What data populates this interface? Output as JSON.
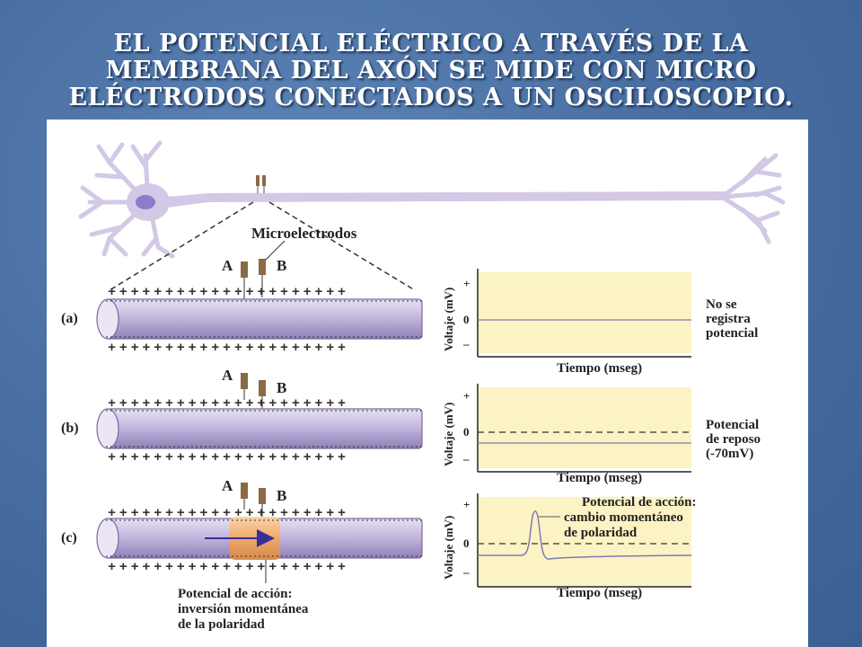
{
  "title": {
    "lines": [
      "El potencial eléctrico a través de la",
      "membrana del axón se mide con micro",
      "eléctrodos conectados a un osciloscopio."
    ]
  },
  "figure": {
    "microelectrodes_label": "Microelectrodos",
    "electrode_a": "A",
    "electrode_b": "B",
    "panels": [
      {
        "label": "(a)",
        "graph_ylabel": "Voltaje (mV)",
        "graph_xlabel": "Tiempo (mseg)",
        "tick_plus": "+",
        "tick_zero": "0",
        "tick_minus": "–",
        "caption": [
          "No se",
          "registra",
          "potencial"
        ]
      },
      {
        "label": "(b)",
        "graph_ylabel": "Voltaje (mV)",
        "graph_xlabel": "Tiempo (mseg)",
        "tick_plus": "+",
        "tick_zero": "0",
        "tick_minus": "–",
        "caption": [
          "Potencial",
          "de reposo",
          "(-70mV)"
        ]
      },
      {
        "label": "(c)",
        "graph_ylabel": "Voltaje (mV)",
        "graph_xlabel": "Tiempo (mseg)",
        "tick_plus": "+",
        "tick_zero": "0",
        "tick_minus": "–",
        "caption": [
          "Potencial de acción:",
          "cambio momentáneo",
          "de polaridad"
        ]
      }
    ],
    "action_potential_caption": [
      "Potencial de acción:",
      "inversión momentánea",
      "de la polaridad"
    ],
    "charge_plus": "+",
    "charge_minus": "–"
  },
  "colors": {
    "background": "#4a70a3",
    "title_text": "#ffffff",
    "axon_fill": "#c9bde0",
    "axon_edge": "#7a6aa0",
    "graph_bg": "#fbf3c4",
    "action_zone": "#f2a865",
    "neuron_fill": "#d3c8e6",
    "nucleus": "#8e7cc8"
  }
}
